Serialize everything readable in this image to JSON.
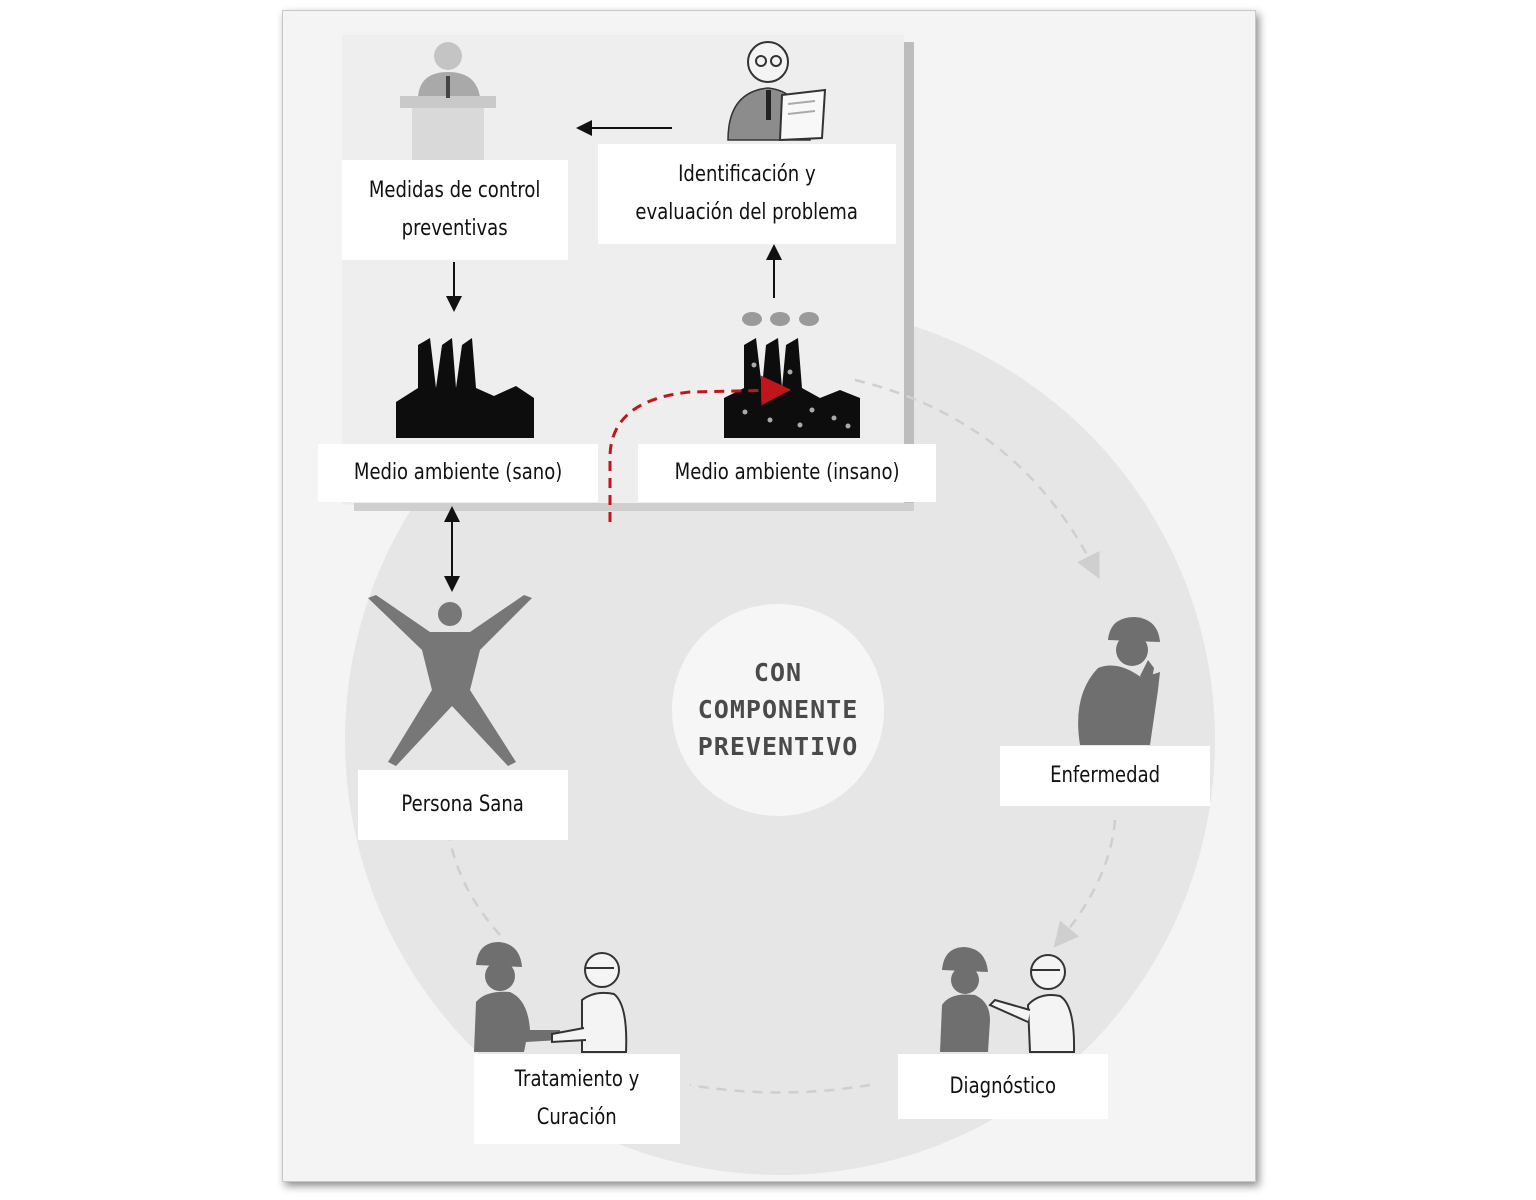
{
  "center": {
    "line1": "CON",
    "line2": "COMPONENTE",
    "line3": "PREVENTIVO"
  },
  "labels": {
    "control": [
      "Medidas de control",
      "preventivas"
    ],
    "identificacion": [
      "Identificación y",
      "evaluación del problema"
    ],
    "sano": "Medio ambiente (sano)",
    "insano": "Medio ambiente (insano)",
    "persona": "Persona Sana",
    "enfermedad": "Enfermedad",
    "diagnostico": "Diagnóstico",
    "tratamiento": [
      "Tratamiento y",
      "Curación"
    ]
  },
  "colors": {
    "figure": "#6f6f6f",
    "factory": "#0d0d0d",
    "dashed_arrow": "#c0161b",
    "cycle_arrow": "#cfcfcf"
  },
  "icons": {
    "speaker": "speaker-at-podium-icon",
    "inspector": "inspector-with-clipboard-icon",
    "factory_clean": "factory-clean-icon",
    "factory_polluted": "factory-polluted-icon",
    "person": "healthy-person-icon",
    "sick": "sick-worker-icon",
    "diagnosis": "doctor-diagnosis-icon",
    "treatment": "handshake-treatment-icon"
  }
}
